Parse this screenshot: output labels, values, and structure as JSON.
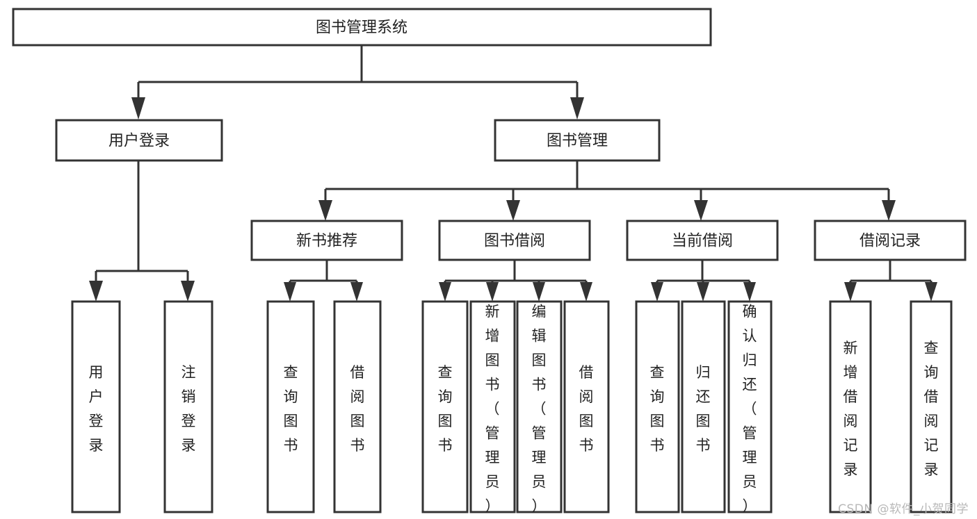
{
  "diagram": {
    "title": "图书管理系统",
    "type": "tree",
    "background_color": "#ffffff",
    "line_color": "#333333",
    "box_fill_color": "#ffffff",
    "text_color": "#222222"
  },
  "root": {
    "label": "图书管理系统"
  },
  "level1": [
    {
      "label": "用户登录"
    },
    {
      "label": "图书管理"
    }
  ],
  "level2": [
    {
      "label": "新书推荐"
    },
    {
      "label": "图书借阅"
    },
    {
      "label": "当前借阅"
    },
    {
      "label": "借阅记录"
    }
  ],
  "leaves": {
    "user_login": [
      {
        "label": "用户登录"
      },
      {
        "label": "注销登录"
      }
    ],
    "new_book_recommend": [
      {
        "label": "查询图书"
      },
      {
        "label": "借阅图书"
      }
    ],
    "book_borrow": [
      {
        "label": "查询图书"
      },
      {
        "label": "新增图书（管理员）"
      },
      {
        "label": "编辑图书（管理员）"
      },
      {
        "label": "借阅图书"
      }
    ],
    "current_borrow": [
      {
        "label": "查询图书"
      },
      {
        "label": "归还图书"
      },
      {
        "label": "确认归还（管理员）"
      }
    ],
    "borrow_record": [
      {
        "label": "新增借阅记录"
      },
      {
        "label": "查询借阅记录"
      }
    ]
  },
  "watermark": {
    "text": "CSDN @软件_小贺同学"
  }
}
